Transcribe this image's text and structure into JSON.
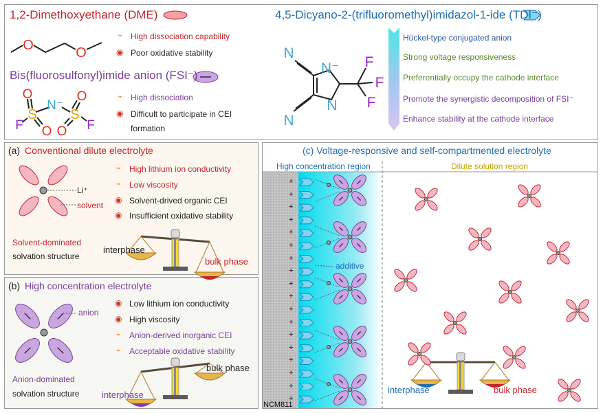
{
  "top": {
    "dme_title": "1,2-Dimethoxyethane (DME)",
    "dme_props": [
      "High dissociation capability",
      "Poor oxidative stability"
    ],
    "fsi_title": "Bis(fluorosulfonyl)imide anion (FSI⁻)",
    "fsi_props": [
      "High dissociation",
      "Difficult to participate in CEI",
      "formation"
    ],
    "tdi_title": "4,5-Dicyano-2-(trifluoromethyl)imidazol-1-ide (TDI⁻)",
    "tdi_props": [
      "Hückel-type conjugated anion",
      "Strong voltage responsiveness",
      "Preferentially occupy the cathode interface",
      "Promote the synergistic decomposition of FSI⁻",
      "Enhance stability at the cathode interface"
    ],
    "atoms": {
      "O": "O",
      "S": "S",
      "F": "F",
      "N": "N",
      "N_minus": "N⁻"
    }
  },
  "panel_a": {
    "label": "(a)",
    "title": "Conventional dilute electrolyte",
    "li_label": "Li⁺",
    "solvent_label": "solvent",
    "props": [
      "High lithium ion conductivity",
      "Low viscosity",
      "Solvent-drived organic CEI",
      "Insufficient oxidative stability"
    ],
    "caption_1": "Solvent-dominated",
    "caption_2": "solvation structure",
    "interphase": "interphase",
    "bulk": "bulk phase"
  },
  "panel_b": {
    "label": "(b)",
    "title": "High concentration electrolyte",
    "anion_label": "anion",
    "props": [
      "Low lithium ion conductivity",
      "High viscosity",
      "Anion-derived inorganic CEI",
      "Acceptable oxidative stability"
    ],
    "caption_1": "Anion-dominated",
    "caption_2": "solvation structure",
    "interphase": "interphase",
    "bulk": "bulk phase"
  },
  "panel_c": {
    "label": "(c)",
    "title": "Voltage-responsive and self-compartmented electrolyte",
    "region_high": "High concentration region",
    "region_dilute": "Dilute solution region",
    "additive_label": "additive",
    "electrode_label": "NCM811",
    "plus_sign": "+",
    "interphase": "interphase",
    "bulk": "bulk phase"
  },
  "colors": {
    "red": "#c0272d",
    "purple": "#7b3f9e",
    "blue": "#1f6fb2",
    "green": "#5a8a2a",
    "gold": "#c8a200",
    "pink_fill": "#f4b6c2",
    "purple_fill": "#c8a7de"
  }
}
